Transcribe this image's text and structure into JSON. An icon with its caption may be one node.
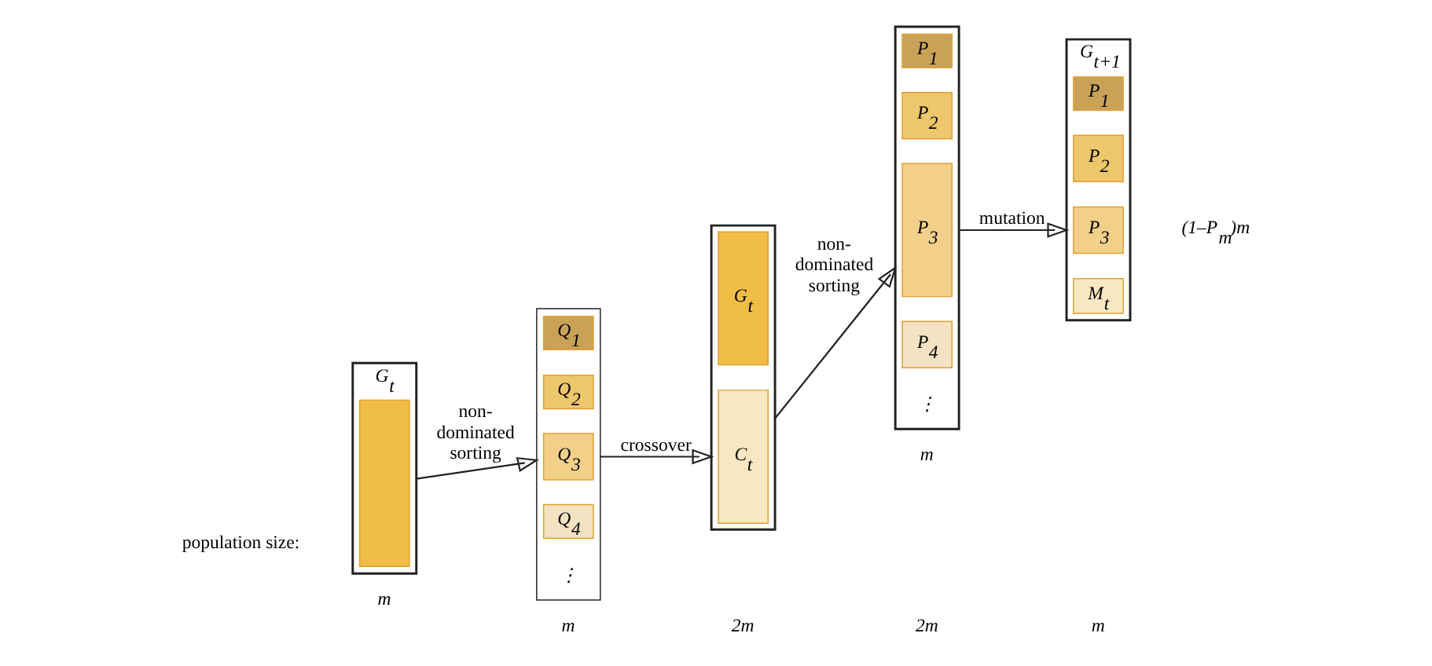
{
  "diagram": {
    "nodes": [
      {
        "text": [
          "G$_{t}$"
        ]
      },
      {
        "text": [],
        "shape": "box",
        "in": 0
      },
      {
        "text": [],
        "shape": "box"
      },
      {
        "text": [
          "Q$_{1}$"
        ],
        "in": 2
      },
      {
        "text": [
          "Q$_{2}$"
        ],
        "in": 2
      },
      {
        "text": [
          "Q$_{3}$"
        ],
        "in": 2
      },
      {
        "text": [
          "Q$_{4}$"
        ],
        "in": 2
      },
      {
        "text": [
          "⋮"
        ],
        "in": 2
      },
      {
        "text": [],
        "shape": "box"
      },
      {
        "text": [
          "G$_{t}$"
        ],
        "in": 8
      },
      {
        "text": [
          "C$_{t}$"
        ],
        "in": 8
      },
      {
        "text": [],
        "shape": "box"
      },
      {
        "text": [
          "P$_{1}$"
        ],
        "in": 11
      },
      {
        "text": [
          "P$_{2}$"
        ],
        "in": 11
      },
      {
        "text": [
          "P$_{3}$"
        ],
        "in": 11
      },
      {
        "text": [
          "P$_{4}$"
        ],
        "in": 11
      },
      {
        "text": [
          "⋮"
        ],
        "in": 11
      },
      {
        "text": [
          "G$_{t+1}$"
        ]
      },
      {
        "text": [
          "P$_{1}$"
        ],
        "in": 17
      },
      {
        "text": [
          "P$_{2}$"
        ],
        "in": 17
      },
      {
        "text": [
          "P$_{3}$"
        ],
        "in": 17
      },
      {
        "text": [
          "M$_{t}$"
        ],
        "in": 17
      }
    ],
    "edges": [
      {
        "from": 0,
        "to": 2,
        "arrow": "to",
        "label": "non- dominated sorting"
      },
      {
        "from": 2,
        "to": 8,
        "arrow": "to",
        "label": "crossover"
      },
      {
        "from": 8,
        "to": 11,
        "arrow": "to",
        "label": "non- dominated sorting"
      },
      {
        "from": 11,
        "to": 17,
        "arrow": "to",
        "label": "mutation"
      }
    ],
    "labels": [
      "m",
      "(1–P$_{m}$)m",
      "population size:",
      "m",
      "m",
      "2m",
      "2m",
      "m"
    ]
  }
}
